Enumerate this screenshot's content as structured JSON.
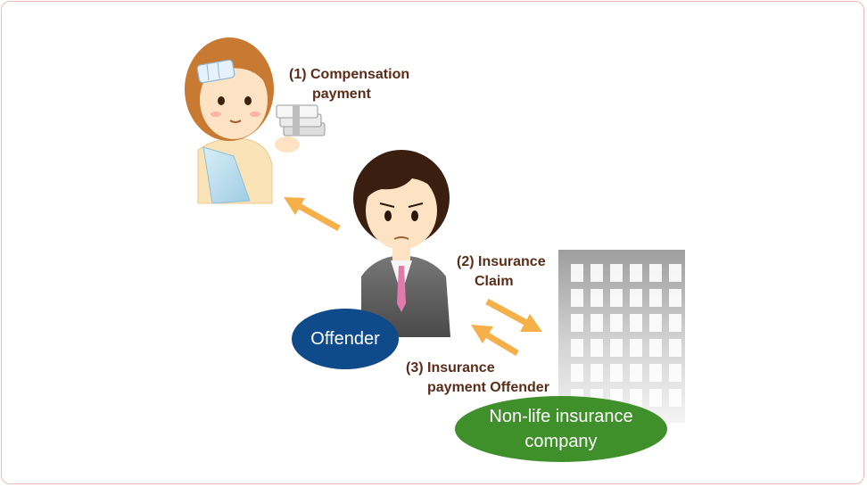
{
  "labels": {
    "compensation": [
      "(1) Compensation",
      "payment"
    ],
    "claim": [
      "(2) Insurance",
      "Claim"
    ],
    "payment": [
      "(3) Insurance",
      "payment Offender"
    ]
  },
  "badges": {
    "offender": "Offender",
    "insurer": [
      "Non-life insurance",
      "company"
    ]
  },
  "colors": {
    "frame_border": "#f0b8b8",
    "arrow": "#f5b04a",
    "label_text": "#5a2d1a",
    "offender_badge": "#0f4a8a",
    "insurer_badge": "#3f8f2a"
  },
  "icons": {
    "victim": "injured-woman-icon",
    "cash": "cash-bundle-icon",
    "offender": "businessman-icon",
    "insurer": "office-building-icon"
  }
}
